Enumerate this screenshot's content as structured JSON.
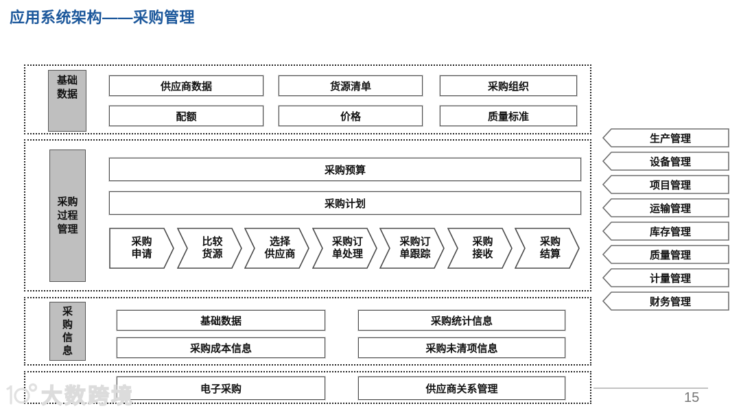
{
  "page": {
    "title": "应用系统架构——采购管理",
    "page_number": "15",
    "watermark": "大数跨境",
    "colors": {
      "title_blue": "#1b579b",
      "label_gray": "#bfbfbf",
      "box_border": "#4f4f4f"
    }
  },
  "sections": {
    "basic_data": {
      "label_lines": [
        "基础",
        "数据"
      ],
      "boxes": [
        "供应商数据",
        "货源清单",
        "采购组织",
        "配额",
        "价格",
        "质量标准"
      ]
    },
    "process": {
      "label_lines": [
        "采购",
        "过程",
        "管理"
      ],
      "wide_boxes": [
        "采购预算",
        "采购计划"
      ],
      "flow": [
        {
          "line1": "采购",
          "line2": "申请"
        },
        {
          "line1": "比较",
          "line2": "货源"
        },
        {
          "line1": "选择",
          "line2": "供应商"
        },
        {
          "line1": "采购订",
          "line2": "单处理"
        },
        {
          "line1": "采购订",
          "line2": "单跟踪"
        },
        {
          "line1": "采购",
          "line2": "接收"
        },
        {
          "line1": "采购",
          "line2": "结算"
        }
      ]
    },
    "info": {
      "label_lines": [
        "采",
        "购",
        "信",
        "息"
      ],
      "boxes": [
        "基础数据",
        "采购统计信息",
        "采购成本信息",
        "采购未清项信息"
      ]
    },
    "bottom": {
      "boxes": [
        "电子采购",
        "供应商关系管理"
      ]
    },
    "modules": [
      "生产管理",
      "设备管理",
      "项目管理",
      "运输管理",
      "库存管理",
      "质量管理",
      "计量管理",
      "财务管理"
    ]
  }
}
